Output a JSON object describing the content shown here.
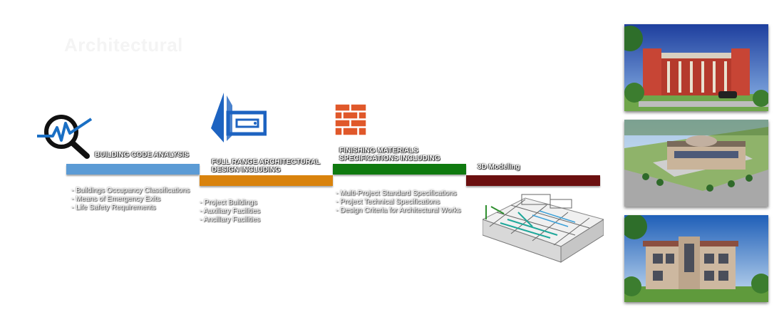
{
  "title": "Architectural",
  "steps": [
    {
      "label": "BUILDING CODE ANALYSIS",
      "color": "#5b9bd5",
      "icon": "magnifier-chart-icon",
      "items": [
        "- Buildings Occupancy Classifications",
        "- Means of Emergency Exits",
        "- Life Safety Requirements"
      ]
    },
    {
      "label_line1": "FULL RANGE ARCHITECTURAL",
      "label_line2": "DESIGN INCLUDING",
      "color": "#d9830d",
      "icon": "drafting-tools-icon",
      "items": [
        "- Project Buildings",
        "- Auxiliary Facilities",
        "- Ancillary Facilities"
      ]
    },
    {
      "label_line1": "FINISHING MATERIALS",
      "label_line2": "SPECIFICATIONS INCLUDING",
      "color": "#0f7a0f",
      "icon": "brick-wall-icon",
      "items": [
        "- Multi-Project Standard Specifications",
        "- Project Technical Specifications",
        "- Design Criteria for Architectural Works"
      ]
    },
    {
      "label": "3D Modeling",
      "color": "#6b0f0f",
      "icon": "bim-model-icon",
      "items": []
    }
  ],
  "photos": [
    "building-render-1",
    "building-render-2",
    "building-render-3"
  ]
}
